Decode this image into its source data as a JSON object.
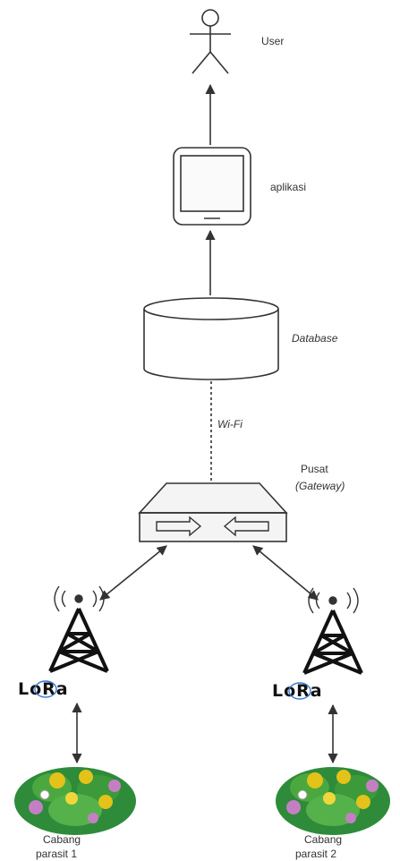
{
  "nodes": {
    "user": {
      "label": "User"
    },
    "app": {
      "label": "aplikasi"
    },
    "database": {
      "label": "Database"
    },
    "link": {
      "label": "Wi-Fi"
    },
    "gateway": {
      "label_line1": "Pusat",
      "label_line2": "(Gateway)"
    },
    "lora_left": {
      "logo_text": "LoRa"
    },
    "lora_right": {
      "logo_text": "LoRa"
    },
    "plant_left": {
      "label_line1": "Cabang",
      "label_line2": "parasit 1"
    },
    "plant_right": {
      "label_line1": "Cabang",
      "label_line2": "parasit 2"
    }
  },
  "colors": {
    "line": "#333333",
    "tower": "#111111",
    "lora_ring": "#3a7bd5",
    "leaf": "#2e8b3a",
    "flower": "#e3c21a",
    "bloom": "#c47fc4"
  }
}
